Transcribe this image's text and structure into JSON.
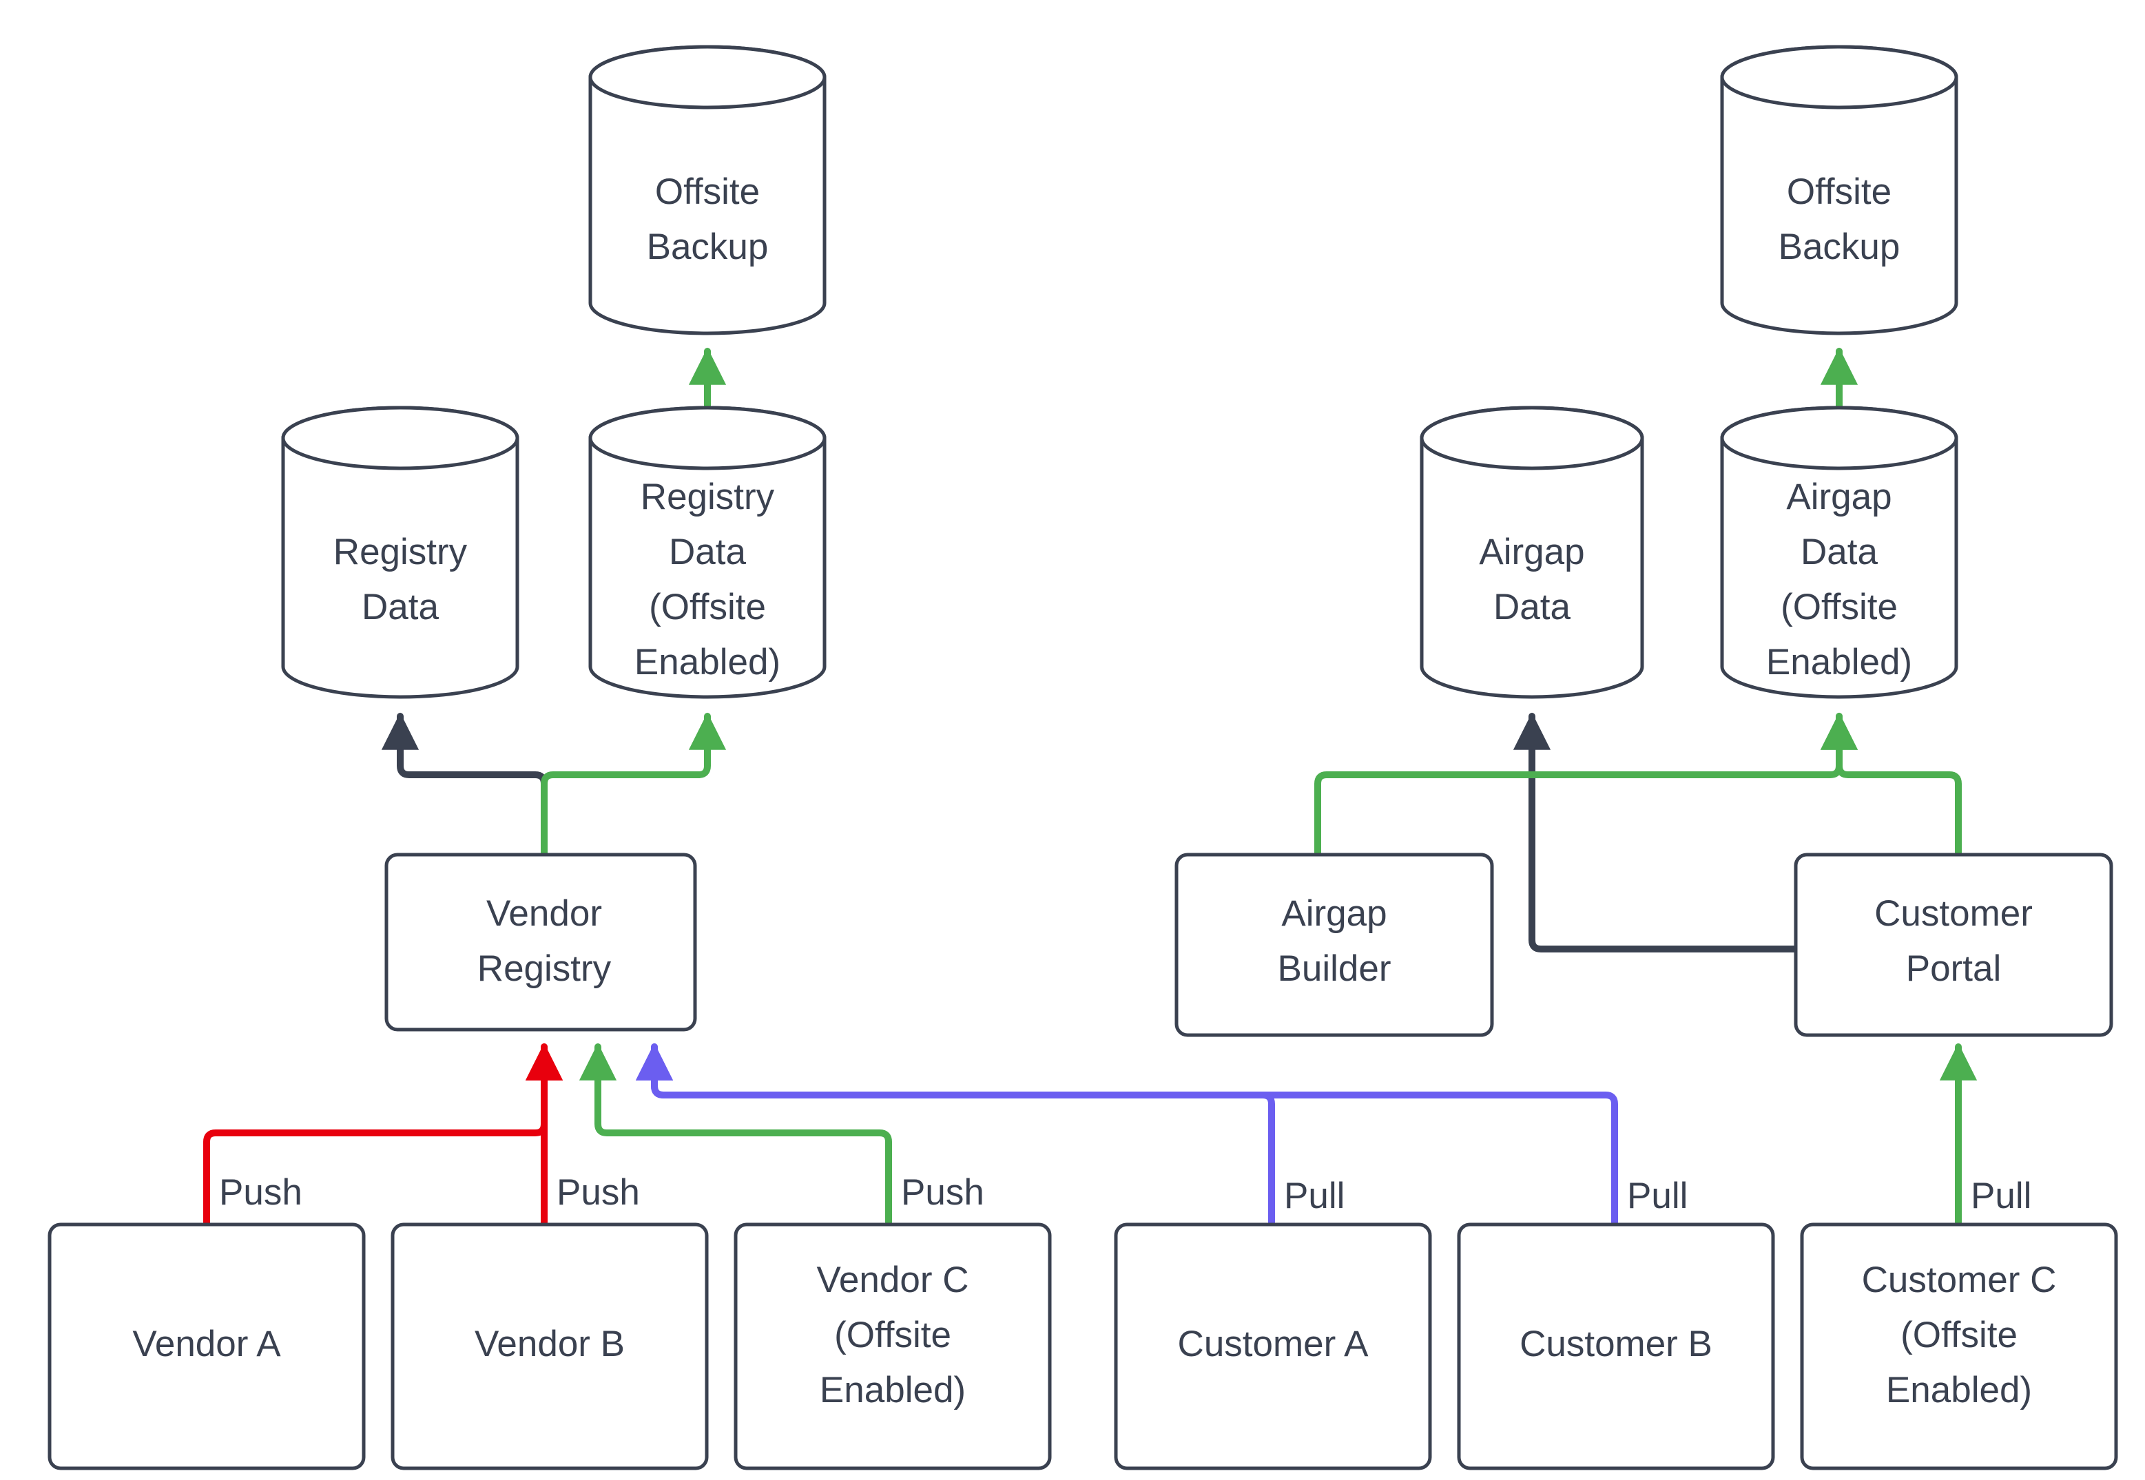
{
  "diagram": {
    "type": "flowchart",
    "title": "",
    "background_color": "#ffffff",
    "palette": {
      "node_stroke": "#3a4150",
      "node_fill": "#ffffff",
      "text": "#3a4150",
      "edge_dark": "#3a4150",
      "edge_green": "#4caf50",
      "edge_red": "#e8000d",
      "edge_blue": "#6b5ef0"
    },
    "nodes": [
      {
        "id": "offsite-backup-left",
        "shape": "cylinder",
        "label_lines": [
          "Offsite",
          "Backup"
        ],
        "label": "Offsite Backup"
      },
      {
        "id": "registry-data",
        "shape": "cylinder",
        "label_lines": [
          "Registry",
          "Data"
        ],
        "label": "Registry Data"
      },
      {
        "id": "registry-data-offsite",
        "shape": "cylinder",
        "label_lines": [
          "Registry",
          "Data",
          "(Offsite",
          "Enabled)"
        ],
        "label": "Registry Data (Offsite Enabled)"
      },
      {
        "id": "vendor-registry",
        "shape": "rect",
        "label_lines": [
          "Vendor",
          "Registry"
        ],
        "label": "Vendor Registry"
      },
      {
        "id": "vendor-a",
        "shape": "rect",
        "label_lines": [
          "Vendor A"
        ],
        "label": "Vendor A"
      },
      {
        "id": "vendor-b",
        "shape": "rect",
        "label_lines": [
          "Vendor B"
        ],
        "label": "Vendor B"
      },
      {
        "id": "vendor-c",
        "shape": "rect",
        "label_lines": [
          "Vendor C",
          "(Offsite",
          "Enabled)"
        ],
        "label": "Vendor C (Offsite Enabled)"
      },
      {
        "id": "offsite-backup-right",
        "shape": "cylinder",
        "label_lines": [
          "Offsite",
          "Backup"
        ],
        "label": "Offsite Backup"
      },
      {
        "id": "airgap-data",
        "shape": "cylinder",
        "label_lines": [
          "Airgap",
          "Data"
        ],
        "label": "Airgap Data"
      },
      {
        "id": "airgap-data-offsite",
        "shape": "cylinder",
        "label_lines": [
          "Airgap",
          "Data",
          "(Offsite",
          "Enabled)"
        ],
        "label": "Airgap Data (Offsite Enabled)"
      },
      {
        "id": "airgap-builder",
        "shape": "rect",
        "label_lines": [
          "Airgap",
          "Builder"
        ],
        "label": "Airgap Builder"
      },
      {
        "id": "customer-portal",
        "shape": "rect",
        "label_lines": [
          "Customer",
          "Portal"
        ],
        "label": "Customer Portal"
      },
      {
        "id": "customer-a",
        "shape": "rect",
        "label_lines": [
          "Customer A"
        ],
        "label": "Customer A"
      },
      {
        "id": "customer-b",
        "shape": "rect",
        "label_lines": [
          "Customer B"
        ],
        "label": "Customer B"
      },
      {
        "id": "customer-c",
        "shape": "rect",
        "label_lines": [
          "Customer C",
          "(Offsite",
          "Enabled)"
        ],
        "label": "Customer C (Offsite Enabled)"
      }
    ],
    "edges": [
      {
        "id": "e-vendor-a-push",
        "from": "vendor-a",
        "to": "vendor-registry",
        "label": "Push",
        "color": "#e8000d"
      },
      {
        "id": "e-vendor-b-push",
        "from": "vendor-b",
        "to": "vendor-registry",
        "label": "Push",
        "color": "#e8000d"
      },
      {
        "id": "e-vendor-c-push",
        "from": "vendor-c",
        "to": "vendor-registry",
        "label": "Push",
        "color": "#4caf50"
      },
      {
        "id": "e-customer-a-pull",
        "from": "customer-a",
        "to": "vendor-registry",
        "label": "Pull",
        "color": "#6b5ef0"
      },
      {
        "id": "e-customer-b-pull",
        "from": "customer-b",
        "to": "vendor-registry",
        "label": "Pull",
        "color": "#6b5ef0"
      },
      {
        "id": "e-customer-c-pull",
        "from": "customer-c",
        "to": "customer-portal",
        "label": "Pull",
        "color": "#4caf50"
      },
      {
        "id": "e-vendor-registry-data",
        "from": "vendor-registry",
        "to": "registry-data",
        "label": "",
        "color": "#3a4150"
      },
      {
        "id": "e-vendor-registry-data-offsite",
        "from": "vendor-registry",
        "to": "registry-data-offsite",
        "label": "",
        "color": "#4caf50"
      },
      {
        "id": "e-registry-offsite-backup",
        "from": "registry-data-offsite",
        "to": "offsite-backup-left",
        "label": "",
        "color": "#4caf50"
      },
      {
        "id": "e-portal-airgap-data",
        "from": "customer-portal",
        "to": "airgap-data",
        "label": "",
        "color": "#3a4150"
      },
      {
        "id": "e-airgap-builder-offsite",
        "from": "airgap-builder",
        "to": "airgap-data-offsite",
        "label": "",
        "color": "#4caf50"
      },
      {
        "id": "e-portal-airgap-offsite",
        "from": "customer-portal",
        "to": "airgap-data-offsite",
        "label": "",
        "color": "#4caf50"
      },
      {
        "id": "e-airgap-offsite-backup",
        "from": "airgap-data-offsite",
        "to": "offsite-backup-right",
        "label": "",
        "color": "#4caf50"
      }
    ],
    "edge_labels": {
      "push_1": "Push",
      "push_2": "Push",
      "push_3": "Push",
      "pull_1": "Pull",
      "pull_2": "Pull",
      "pull_3": "Pull"
    }
  }
}
